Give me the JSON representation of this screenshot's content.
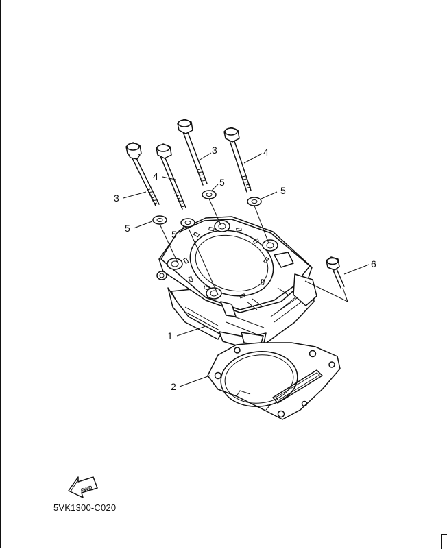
{
  "callouts": {
    "c1": "1",
    "c2": "2",
    "c3a": "3",
    "c3b": "3",
    "c4a": "4",
    "c4b": "4",
    "c5a": "5",
    "c5b": "5",
    "c5c": "5",
    "c5d": "5",
    "c6": "6"
  },
  "fwd_label": "FWD",
  "diagram_code": "5VK1300-C020"
}
